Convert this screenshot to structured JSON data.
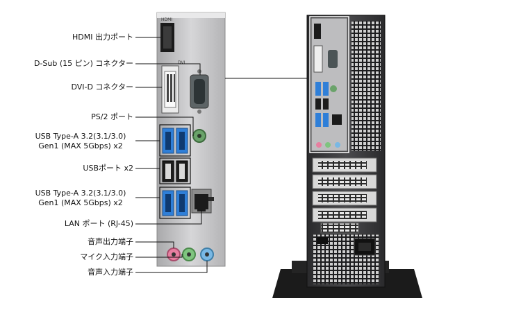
{
  "labels": {
    "hdmi": "HDMI 出力ポート",
    "dsub": "D-Sub (15 ピン) コネクター",
    "dvid": "DVI-D コネクター",
    "ps2": "PS/2 ポート",
    "usb32_top_line1": "USB Type-A 3.2(3.1/3.0)",
    "usb32_top_line2": "Gen1 (MAX 5Gbps) x2",
    "usb2": "USBポート x2",
    "usb32_bottom_line1": "USB Type-A 3.2(3.1/3.0)",
    "usb32_bottom_line2": "Gen1 (MAX 5Gbps) x2",
    "lan": "LAN ポート (RJ-45)",
    "audio_out": "音声出力端子",
    "mic_in": "マイク入力端子",
    "audio_in": "音声入力端子"
  },
  "port_markings": {
    "hdmi": "HDMI",
    "dvi": "DVI"
  },
  "colors": {
    "usb3_blue": "#2f7fd8",
    "mic_pink": "#e77fa0",
    "line_out_green": "#7fc47f",
    "line_in_blue": "#79b8e4",
    "ps2_green": "#6aa36a",
    "chassis": "#3a3a3c",
    "panel_metal": "#c9c9cb",
    "callout_line": "#111111"
  }
}
